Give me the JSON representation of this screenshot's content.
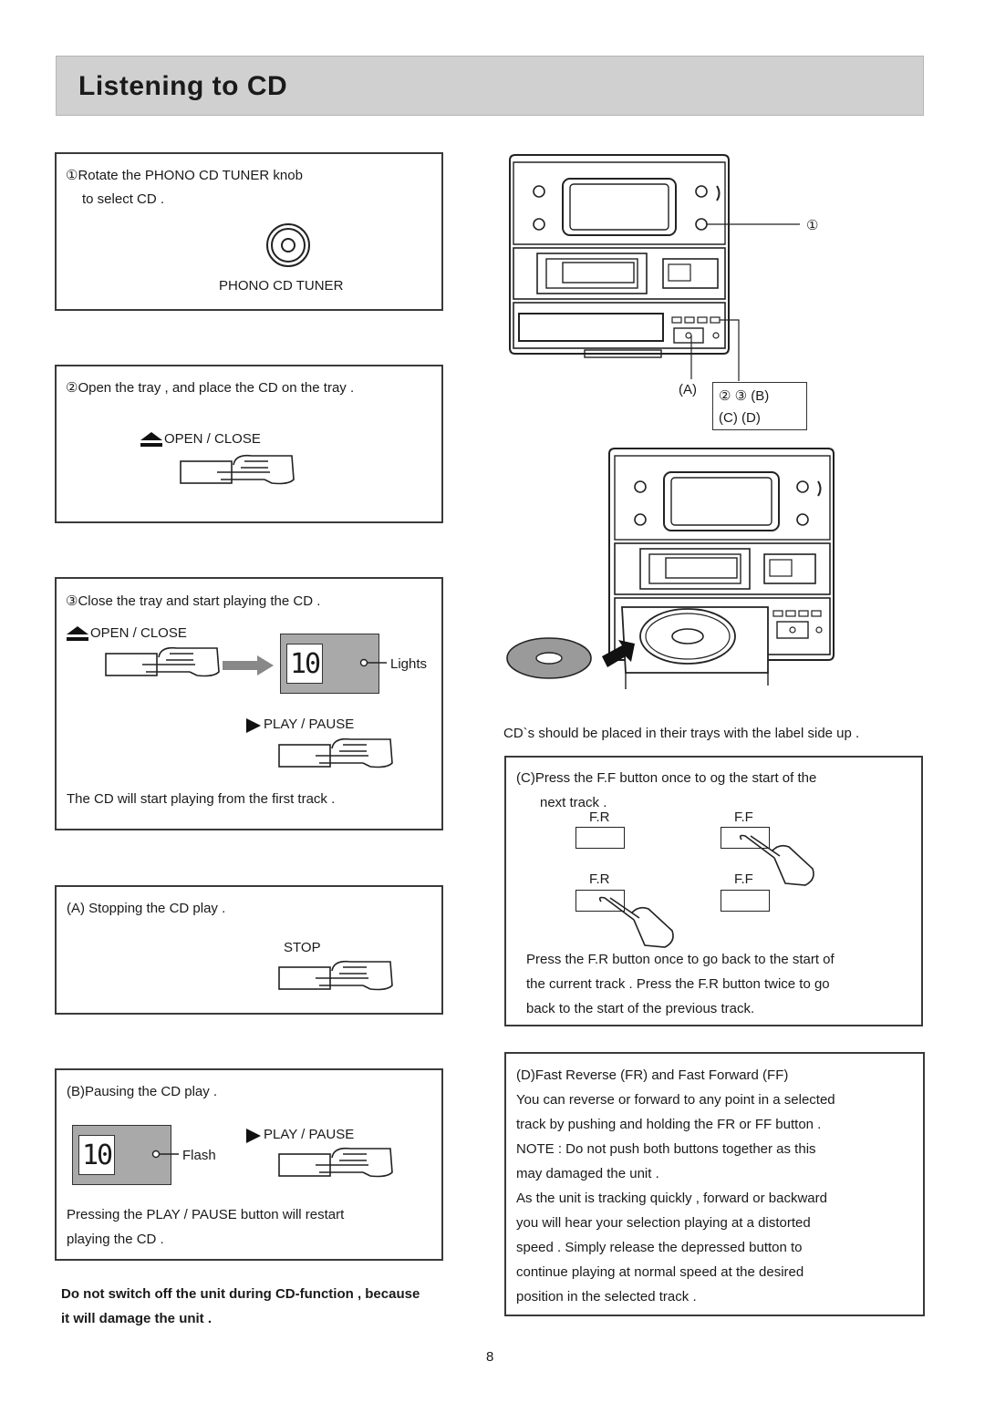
{
  "header": {
    "title": "Listening to CD"
  },
  "step1": {
    "line1": "①Rotate the PHONO CD TUNER knob",
    "line2": "to select CD .",
    "knob_label": "PHONO CD TUNER",
    "icon": "knob-icon"
  },
  "step2": {
    "text": "②Open the tray , and place the CD on the tray .",
    "button_label": "OPEN / CLOSE",
    "icon": "hand-press-icon"
  },
  "step3": {
    "text": "③Close the tray and start playing the CD .",
    "open_close_label": "OPEN / CLOSE",
    "display_value": "10",
    "indicator_label": "Lights",
    "play_label": "PLAY / PAUSE",
    "footer": "The CD will start playing from the first track ."
  },
  "stepA": {
    "text": "(A) Stopping the CD play .",
    "button_label": "STOP"
  },
  "stepB": {
    "text": "(B)Pausing the CD play .",
    "display_value": "10",
    "indicator_label": "Flash",
    "play_label": "PLAY / PAUSE",
    "footer1": "Pressing the PLAY / PAUSE button will restart",
    "footer2": "playing the CD ."
  },
  "warning": {
    "line1": "Do not switch off the unit during CD-function , because",
    "line2": "it will damage the unit ."
  },
  "diagram": {
    "callout_1": "①",
    "label_a": "(A)",
    "callout_box_line1": "②   ③   (B)",
    "callout_box_line2": "(C)  (D)",
    "caption": "CD`s should be placed in their trays with the label side up ."
  },
  "stepC": {
    "line1": "(C)Press the F.F button once to og the start of the",
    "line2": "next track .",
    "fr_label": "F.R",
    "ff_label": "F.F",
    "note1": "Press the F.R button once to go back to the start of",
    "note2": "the current track . Press the F.R button twice to go",
    "note3": "back to the start of the previous track."
  },
  "stepD": {
    "lines": [
      "(D)Fast Reverse (FR) and Fast Forward (FF)",
      "You can reverse or forward to any point in a selected",
      "track by pushing and holding the FR or FF button .",
      "NOTE : Do not push both buttons together as this",
      "may damaged the unit .",
      "As the unit is tracking quickly , forward or backward",
      "you will hear your selection playing at a distorted",
      "speed . Simply release the depressed button to",
      "continue playing at normal speed at the desired",
      "position in the selected track ."
    ]
  },
  "page_number": "8"
}
